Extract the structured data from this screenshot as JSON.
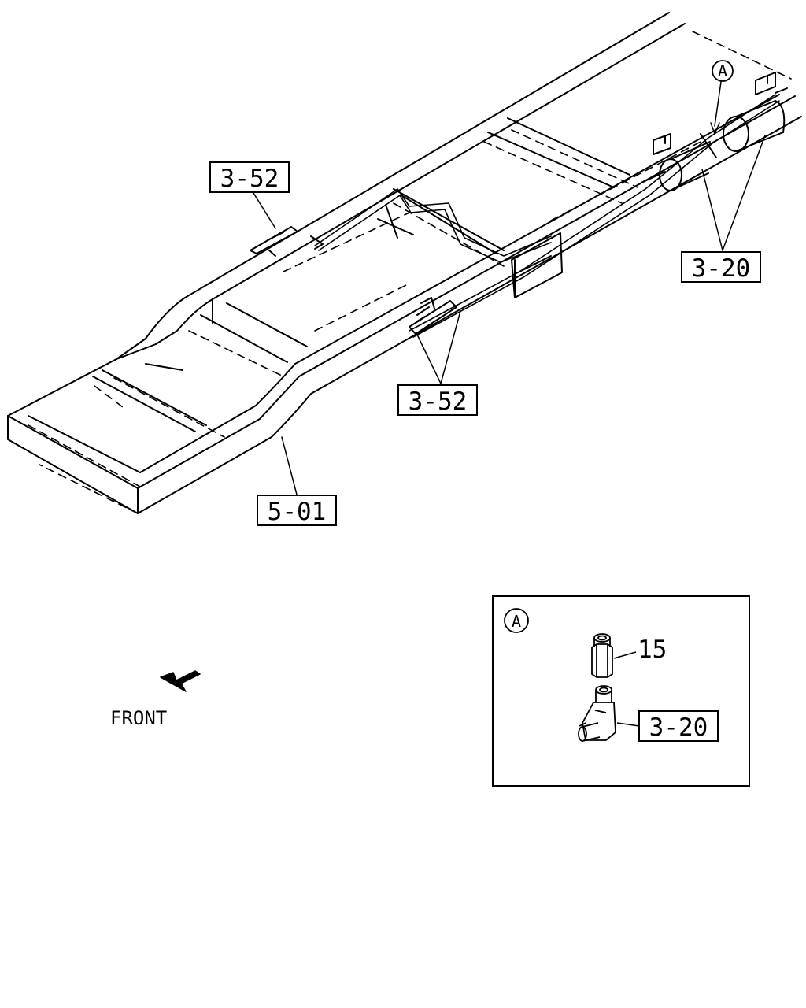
{
  "callouts": {
    "rail_clip_upper": "3-52",
    "hose_fitting_rear": "3-20",
    "rail_clip_lower": "3-52",
    "frame": "5-01"
  },
  "detail_ref": "A",
  "detail": {
    "label": "A",
    "adapter_number": "15",
    "elbow_ref": "3-20"
  },
  "direction": {
    "label": "FRONT"
  }
}
